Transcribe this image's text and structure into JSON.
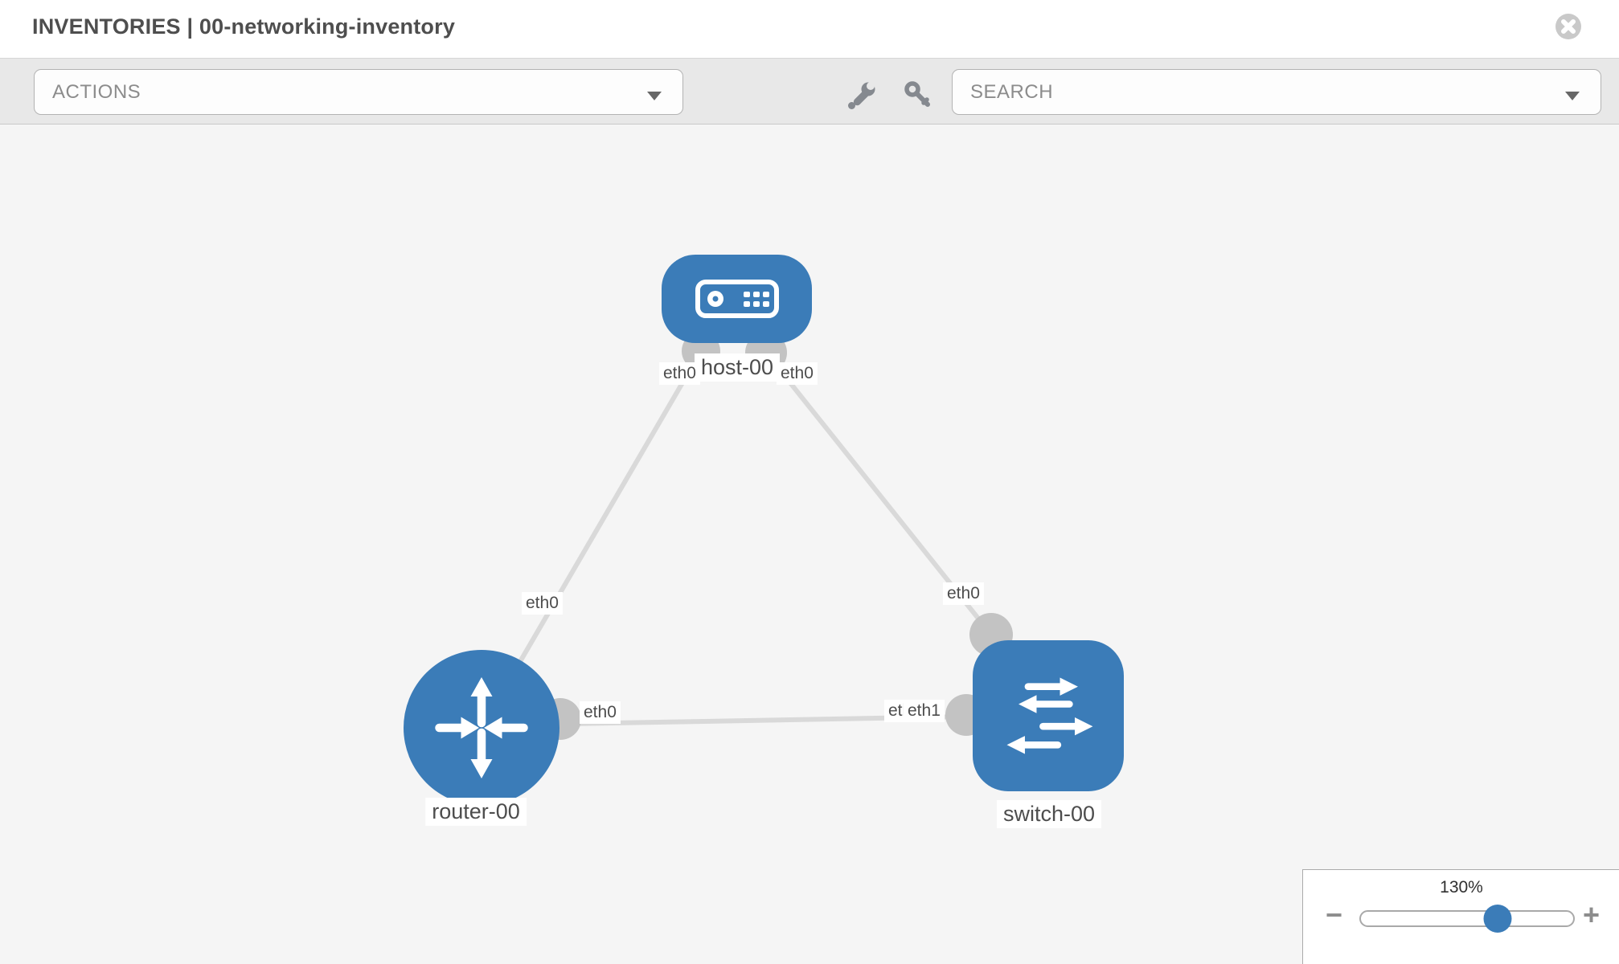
{
  "header": {
    "title": "INVENTORIES | 00-networking-inventory"
  },
  "toolbar": {
    "actions_label": "ACTIONS",
    "search_placeholder": "SEARCH"
  },
  "topology": {
    "nodes": [
      {
        "id": "host-00",
        "type": "host",
        "label": "host-00"
      },
      {
        "id": "router-00",
        "type": "router",
        "label": "router-00"
      },
      {
        "id": "switch-00",
        "type": "switch",
        "label": "switch-00"
      }
    ],
    "links": [
      {
        "from": "host-00",
        "to": "router-00",
        "from_if": "eth0",
        "to_if": "eth0"
      },
      {
        "from": "host-00",
        "to": "switch-00",
        "from_if": "eth0",
        "to_if": "eth0"
      },
      {
        "from": "router-00",
        "to": "switch-00",
        "from_if": "eth0",
        "to_if": "eth1",
        "overlapped_if": "eth0"
      }
    ]
  },
  "zoom_control": {
    "percent": "130%",
    "minus_label": "−",
    "plus_label": "+",
    "slider_fraction": 0.645
  },
  "colors": {
    "node_blue": "#3b7cb8",
    "link_gray": "#d9d9d9",
    "connector_gray": "#c3c3c3",
    "toolbar_gray": "#e8e8e8",
    "canvas_gray": "#f5f5f5"
  }
}
